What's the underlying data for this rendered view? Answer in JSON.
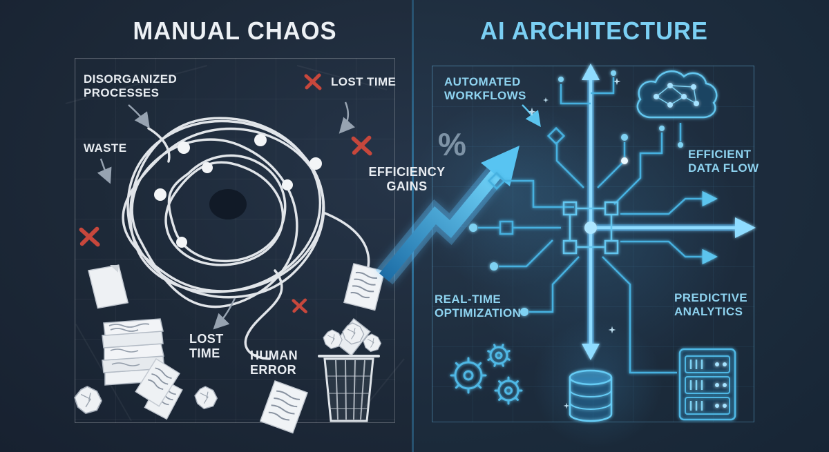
{
  "titles": {
    "left": "MANUAL CHAOS",
    "right": "AI ARCHITECTURE"
  },
  "left_panel": {
    "labels": {
      "disorganized_processes": "DISORGANIZED PROCESSES",
      "waste": "WASTE",
      "lost_time_top": "LOST TIME",
      "lost_time_bottom": "LOST TIME",
      "human_error": "HUMAN ERROR"
    }
  },
  "center": {
    "efficiency_gains": "EFFICIENCY GAINS",
    "percent": "%"
  },
  "right_panel": {
    "labels": {
      "automated_workflows": "AUTOMATED WORKFLOWS",
      "efficient_data_flow": "EFFICIENT DATA FLOW",
      "real_time_optimization": "REAL-TIME OPTIMIZATION",
      "predictive_analytics": "PREDICTIVE ANALYTICS"
    }
  },
  "icons": {
    "error_x_icon": "red hand-drawn X mark",
    "growth_arrow_icon": "blue zigzag upward trend arrow",
    "tangle_scribble_icon": "tangled white process scribble with nodes",
    "paper_stack_icon": "stack of handwritten documents",
    "paper_sheet_icon": "loose paper sheet",
    "crumpled_paper_icon": "crumpled paper ball",
    "trash_can_icon": "wire waste basket with discarded papers",
    "circuit_network_icon": "glowing AI circuit tree with arrows",
    "neural_cloud_icon": "cloud with neural network nodes",
    "gears_icon": "interlocking outline gears",
    "database_icon": "glowing database cylinder",
    "server_rack_icon": "server rack with status lights",
    "sparkle_icon": "four-point light glint"
  },
  "colors": {
    "background": "#1e2a39",
    "left_text": "#e9edf2",
    "right_title": "#7bd0f4",
    "right_label": "#8ed3f0",
    "circuit_cyan": "#46b1e0",
    "error_red": "#c7473c",
    "arrow_blue_light": "#6fd2f8",
    "arrow_blue_dark": "#1c6da6",
    "muted_gray": "#8b99a8"
  }
}
